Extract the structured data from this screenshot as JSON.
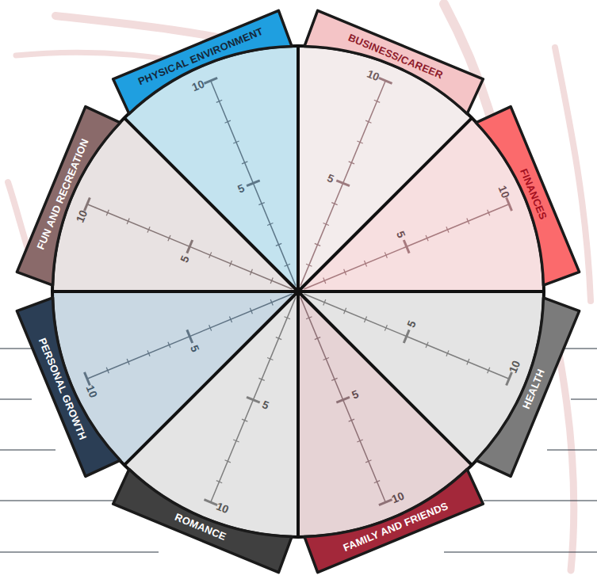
{
  "diagram": {
    "nodes": [
      {
        "text": [
          "PHYSICAL ENVIRONMENT"
        ]
      },
      {
        "text": [
          "BUSINESS/CAREER"
        ]
      },
      {
        "text": [
          "FINANCES"
        ]
      },
      {
        "text": [
          "HEALTH"
        ]
      },
      {
        "text": [
          "FAMILY AND FRIENDS"
        ]
      },
      {
        "text": [
          "ROMANCE"
        ]
      },
      {
        "text": [
          "PERSONAL GROWTH"
        ]
      },
      {
        "text": [
          "FUN AND RECREATION"
        ]
      }
    ],
    "labels": [
      "10",
      "5",
      "10",
      "5",
      "10",
      "5",
      "10",
      "5",
      "10",
      "5",
      "10",
      "5",
      "10",
      "5",
      "10",
      "5"
    ]
  }
}
